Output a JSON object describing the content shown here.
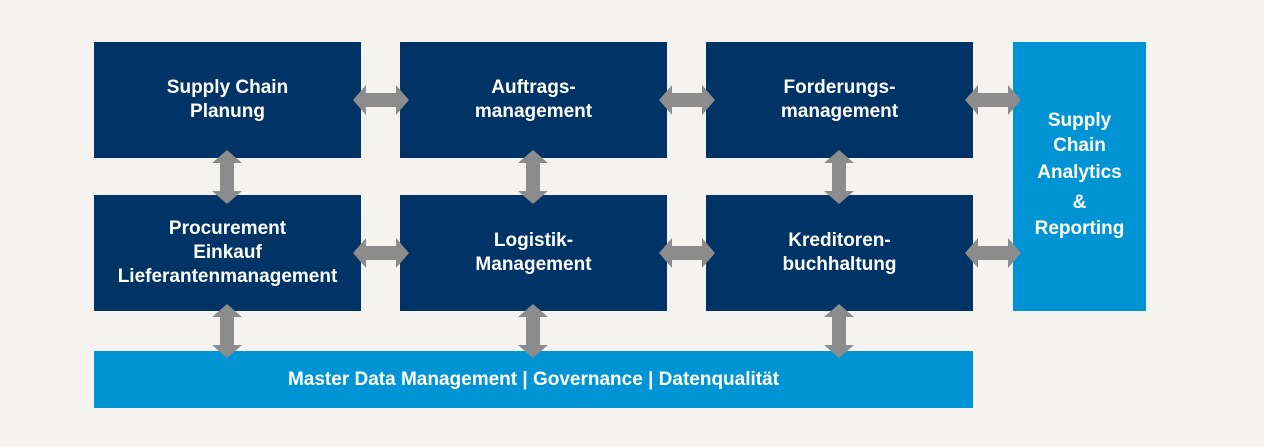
{
  "boxes": {
    "supply_chain_planung": [
      "Supply Chain",
      "Planung"
    ],
    "auftragsmanagement": [
      "Auftrags-",
      "management"
    ],
    "forderungsmanagement": [
      "Forderungs-",
      "management"
    ],
    "procurement": [
      "Procurement",
      "Einkauf",
      "Lieferantenmanagement"
    ],
    "logistik": [
      "Logistik-",
      "Management"
    ],
    "kreditoren": [
      "Kreditoren-",
      "buchhaltung"
    ],
    "analytics": [
      "Supply",
      "Chain",
      "Analytics",
      "&",
      "Reporting"
    ],
    "master_data": [
      "Master Data Management | Governance | Datenqualität"
    ]
  },
  "colors": {
    "dark_box": "#003366",
    "light_box": "#0094d4",
    "arrow": "#8c8c8c",
    "background": "#f4f3ef",
    "text": "#ffffff"
  }
}
